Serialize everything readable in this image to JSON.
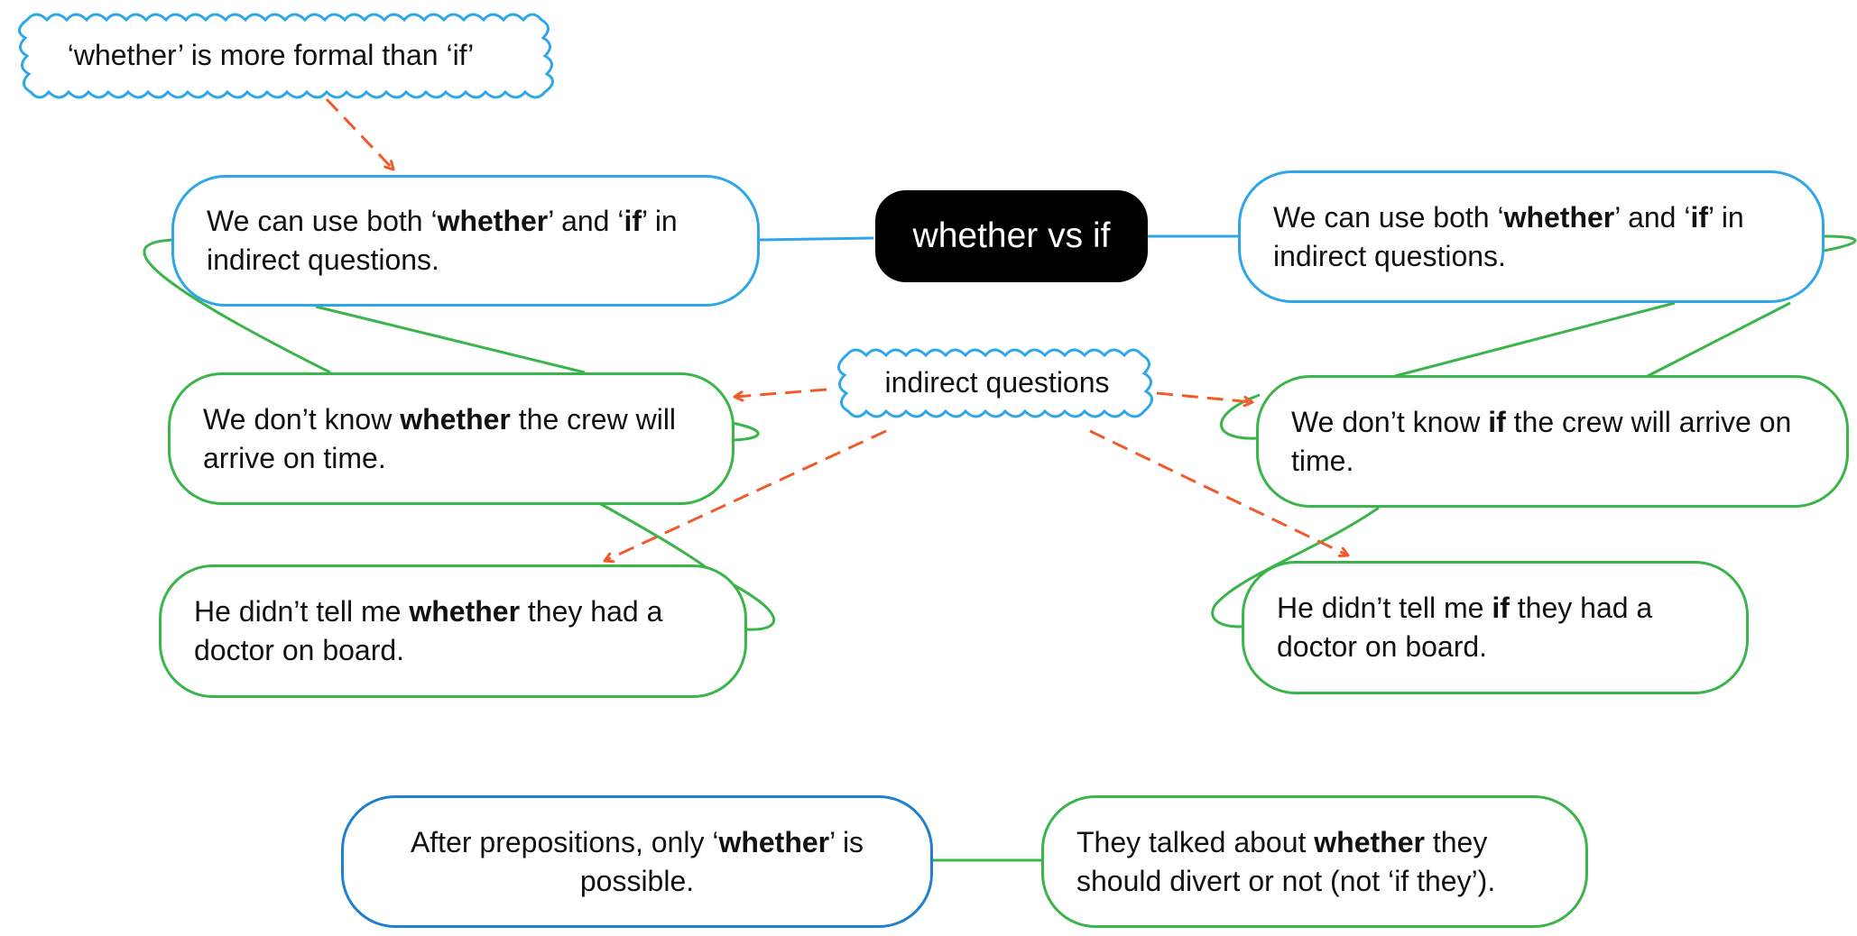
{
  "root": {
    "label": "whether vs if"
  },
  "notes": {
    "formal": "‘whether’ is more formal than ‘if’",
    "indirect": "indirect questions"
  },
  "left": {
    "main": {
      "p1": "We can use both ‘",
      "b1": "whether",
      "p2": "’ and ‘",
      "b2": "if",
      "p3": "’ in indirect questions."
    },
    "ex1": {
      "p1": "We don’t know ",
      "b1": "whether",
      "p2": " the crew will arrive on time."
    },
    "ex2": {
      "p1": "He didn’t tell me ",
      "b1": "whether",
      "p2": " they had a doctor on board."
    }
  },
  "right": {
    "main": {
      "p1": "We can use both ‘",
      "b1": "whether",
      "p2": "’ and ‘",
      "b2": "if",
      "p3": "’ in indirect questions."
    },
    "ex1": {
      "p1": "We don’t know ",
      "b1": "if",
      "p2": " the crew will arrive on time."
    },
    "ex2": {
      "p1": "He didn’t tell me ",
      "b1": "if",
      "p2": " they had a doctor on board."
    }
  },
  "bottom": {
    "rule": {
      "p1": "After prepositions, only ‘",
      "b1": "whether",
      "p2": "’ is possible."
    },
    "example": {
      "p1": "They talked about ",
      "b1": "whether",
      "p2": " they should divert or not (not ‘if they’)."
    }
  },
  "colors": {
    "blue": "#2da7ea",
    "dark_blue": "#1f7fd0",
    "green": "#39b54a",
    "orange": "#f15a29",
    "root_bg": "#000000"
  }
}
